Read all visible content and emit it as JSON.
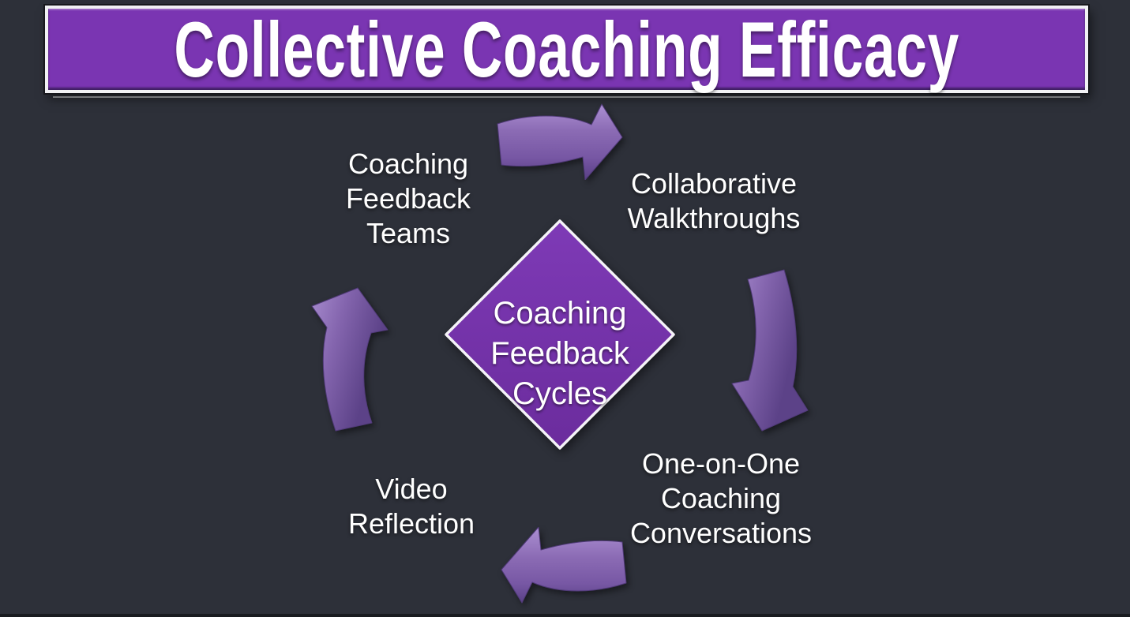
{
  "slide": {
    "title": "Collective Coaching Efficacy",
    "colors": {
      "background": "#2d3039",
      "banner_purple": "#7a35b2",
      "diamond_purple": "#7230a5",
      "arrow_purple": "#7757a4",
      "text": "#ffffff"
    },
    "center_shape": {
      "shape": "diamond",
      "text": "Coaching Feedback Cycles",
      "lines": [
        "Coaching",
        "Feedback",
        "Cycles"
      ]
    },
    "cycle_steps": [
      {
        "name": "coaching-feedback-teams",
        "position": "top-left",
        "text": "Coaching Feedback Teams",
        "lines": [
          "Coaching",
          "Feedback",
          "Teams"
        ]
      },
      {
        "name": "collaborative-walkthroughs",
        "position": "top-right",
        "text": "Collaborative Walkthroughs",
        "lines": [
          "Collaborative",
          "Walkthroughs"
        ]
      },
      {
        "name": "one-on-one-coaching-conversations",
        "position": "bottom-right",
        "text": "One-on-One Coaching Conversations",
        "lines": [
          "One-on-One",
          "Coaching",
          "Conversations"
        ]
      },
      {
        "name": "video-reflection",
        "position": "bottom-left",
        "text": "Video Reflection",
        "lines": [
          "Video",
          "Reflection"
        ]
      }
    ],
    "arrows": [
      {
        "name": "cycle-arrow-top",
        "direction": "right"
      },
      {
        "name": "cycle-arrow-right",
        "direction": "down"
      },
      {
        "name": "cycle-arrow-bottom",
        "direction": "left"
      },
      {
        "name": "cycle-arrow-left",
        "direction": "up"
      }
    ]
  }
}
